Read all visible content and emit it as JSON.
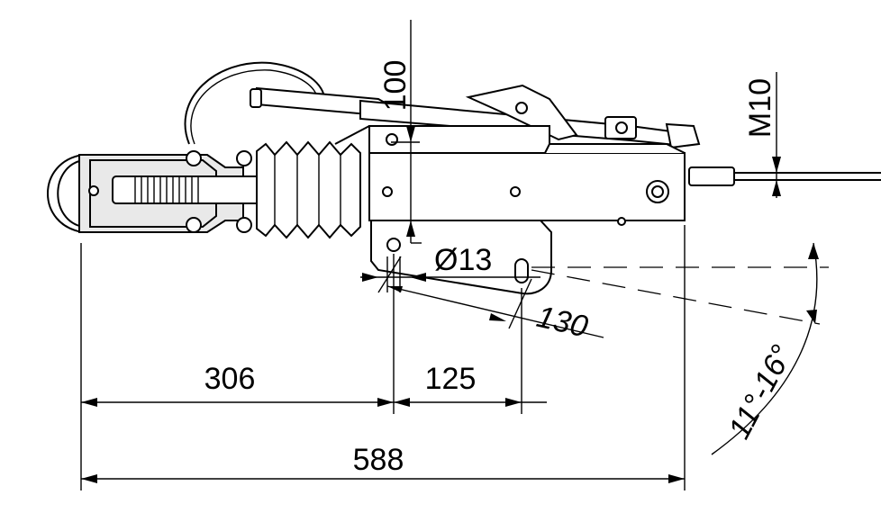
{
  "dimensions": {
    "height_offset": "100",
    "bolt_size": "M10",
    "hole_diameter": "Ø13",
    "hole_spacing": "130",
    "head_to_hole": "306",
    "hole_to_hole": "125",
    "overall_length": "588",
    "angle_range": "11°-16°"
  }
}
